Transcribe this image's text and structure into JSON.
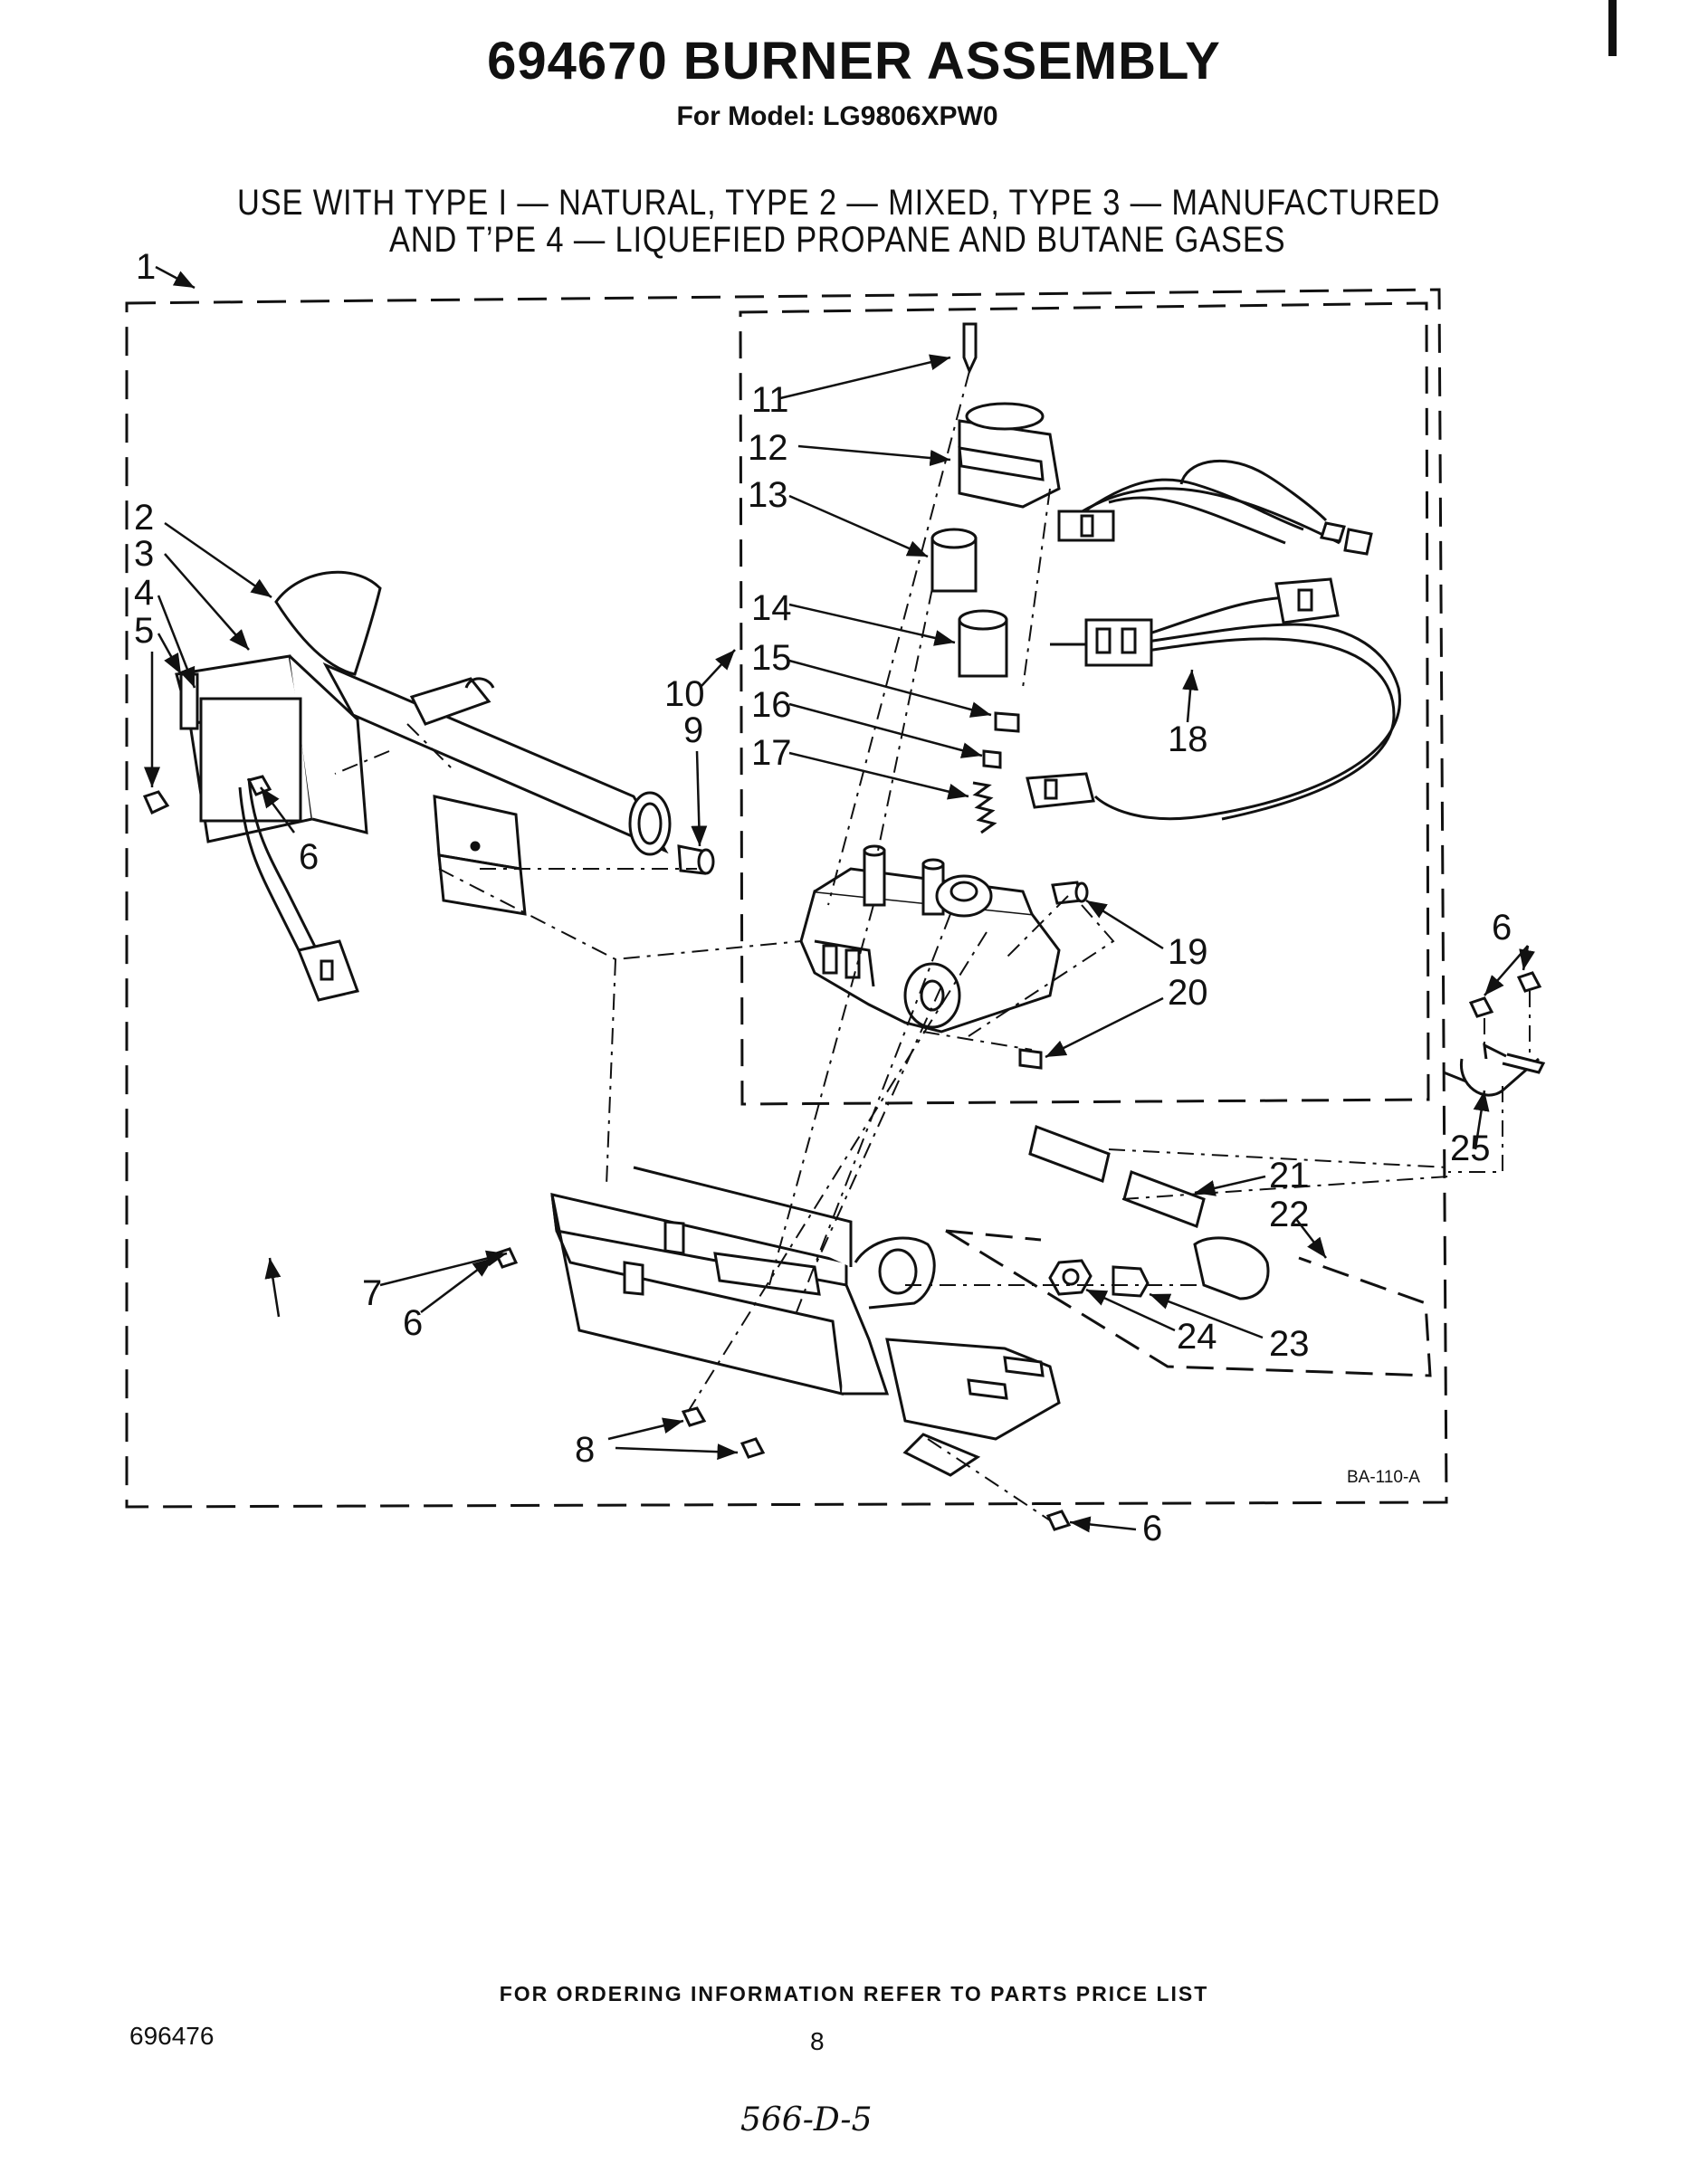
{
  "header": {
    "title": "694670 BURNER ASSEMBLY",
    "subtitle": "For Model: LG9806XPW0",
    "usage_line_1": "USE WITH TYPE I — NATURAL, TYPE 2 — MIXED, TYPE 3 — MANUFACTURED",
    "usage_line_2": "AND T’PE 4 — LIQUEFIED PROPANE AND BUTANE GASES"
  },
  "diagram": {
    "drawing_code": "BA-110-A",
    "callouts": {
      "c1": "1",
      "c2": "2",
      "c3": "3",
      "c4": "4",
      "c5": "5",
      "c6a": "6",
      "c6b": "6",
      "c6c": "6",
      "c6d": "6",
      "c7": "7",
      "c8": "8",
      "c9": "9",
      "c10": "10",
      "c11": "11",
      "c12": "12",
      "c13": "13",
      "c14": "14",
      "c15": "15",
      "c16": "16",
      "c17": "17",
      "c18": "18",
      "c19": "19",
      "c20": "20",
      "c21": "21",
      "c22": "22",
      "c23": "23",
      "c24": "24",
      "c25": "25"
    }
  },
  "footer": {
    "ordering_note": "FOR ORDERING INFORMATION REFER TO PARTS PRICE LIST",
    "document_number": "696476",
    "page_number": "8",
    "handwritten_note": "566-D-5"
  }
}
